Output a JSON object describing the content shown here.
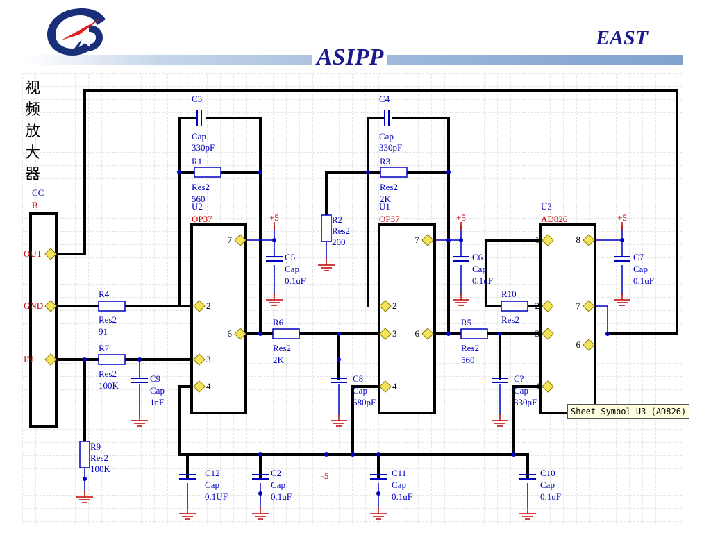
{
  "header": {
    "brand": "EAST",
    "institute": "ASIPP"
  },
  "side_title": [
    "视",
    "频",
    "放",
    "大",
    "器"
  ],
  "tooltip": "Sheet Symbol U3 (AD826)",
  "colors": {
    "wire": "#000000",
    "component": "#0000c0",
    "designator": "#c00000",
    "pin": "#f5e35a",
    "grid": "#c8c8c8",
    "header_bar": "#7fa2cf",
    "title": "#1a1a8c"
  },
  "connector": {
    "designator": "CC",
    "name": "B",
    "pins": [
      "OUT",
      "GND",
      "IN"
    ]
  },
  "opamps": [
    {
      "designator": "U2",
      "part": "OP37",
      "pins": [
        "7",
        "6",
        "2",
        "3",
        "4"
      ]
    },
    {
      "designator": "U1",
      "part": "OP37",
      "pins": [
        "7",
        "6",
        "2",
        "3",
        "4"
      ]
    },
    {
      "designator": "U3",
      "part": "AD826",
      "pins": [
        "1",
        "8",
        "2",
        "7",
        "3",
        "6",
        "4"
      ]
    }
  ],
  "resistors": [
    {
      "designator": "R1",
      "type": "Res2",
      "value": "560"
    },
    {
      "designator": "R2",
      "type": "Res2",
      "value": "200"
    },
    {
      "designator": "R3",
      "type": "Res2",
      "value": "2K"
    },
    {
      "designator": "R4",
      "type": "Res2",
      "value": "91"
    },
    {
      "designator": "R5",
      "type": "Res2",
      "value": "560"
    },
    {
      "designator": "R6",
      "type": "Res2",
      "value": "2K"
    },
    {
      "designator": "R7",
      "type": "Res2",
      "value": "100K"
    },
    {
      "designator": "R9",
      "type": "Res2",
      "value": "100K"
    },
    {
      "designator": "R10",
      "type": "Res2",
      "value": ""
    }
  ],
  "capacitors": [
    {
      "designator": "C3",
      "type": "Cap",
      "value": "330pF"
    },
    {
      "designator": "C4",
      "type": "Cap",
      "value": "330pF"
    },
    {
      "designator": "C5",
      "type": "Cap",
      "value": "0.1uF"
    },
    {
      "designator": "C6",
      "type": "Cap",
      "value": "0.1uF"
    },
    {
      "designator": "C7",
      "type": "Cap",
      "value": "0.1uF"
    },
    {
      "designator": "C8",
      "type": "Cap",
      "value": "680pF"
    },
    {
      "designator": "C9",
      "type": "Cap",
      "value": "1nF"
    },
    {
      "designator": "C?",
      "type": "Cap",
      "value": "330pF"
    },
    {
      "designator": "C12",
      "type": "Cap",
      "value": "0.1UF"
    },
    {
      "designator": "C2",
      "type": "Cap",
      "value": "0.1uF"
    },
    {
      "designator": "C11",
      "type": "Cap",
      "value": "0.1uF"
    },
    {
      "designator": "C10",
      "type": "Cap",
      "value": "0.1uF"
    }
  ],
  "supplies": {
    "positive": "+5",
    "negative": "-5"
  }
}
